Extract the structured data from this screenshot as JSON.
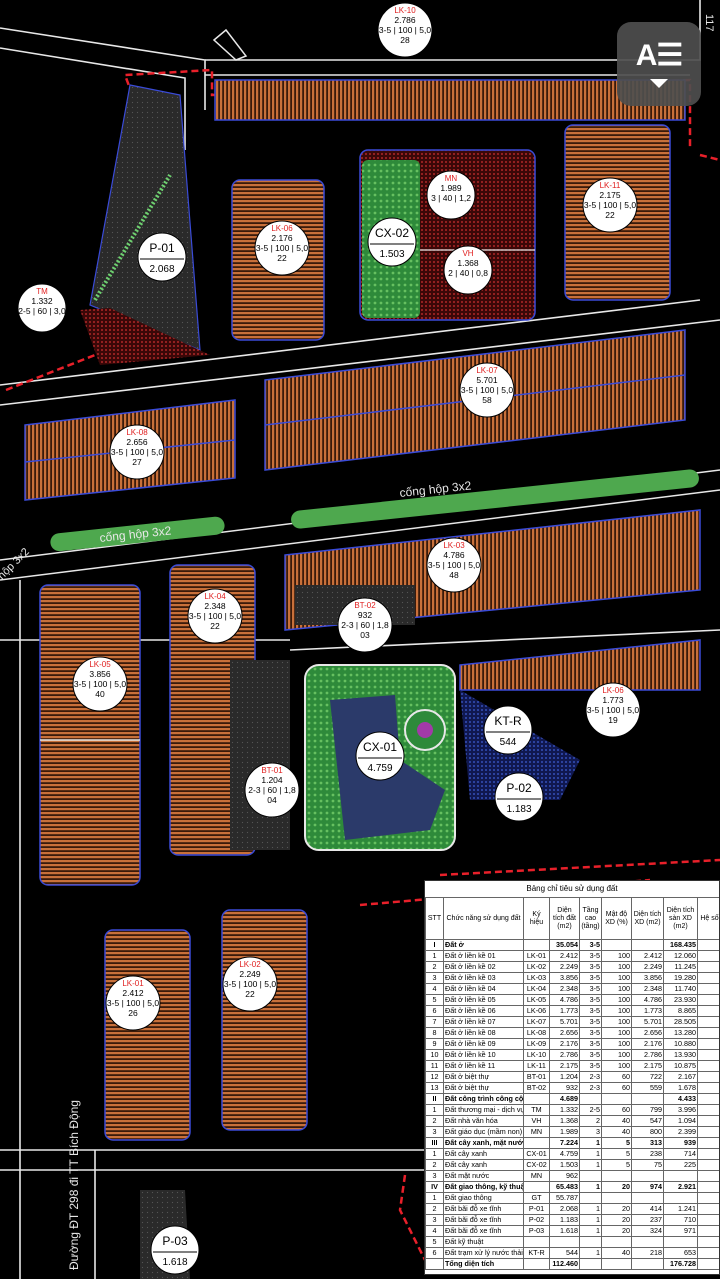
{
  "colors": {
    "background": "#000000",
    "road": "#e8e8e8",
    "lot_fill": "#c8703a",
    "boundary": "#e8202a",
    "green": "#3aa84a",
    "water": "#2b3a6a",
    "block_outline": "#3a4bd8"
  },
  "reader_button": {
    "icon": "reader-mode-icon",
    "glyph": "A☰"
  },
  "roads": {
    "corner_label": "117",
    "canal_top": "cống hộp 3x2",
    "canal_mid": "cống hộp 3x2",
    "canal_left": "hộp 3x2",
    "side_road": "Đường ĐT 298 đi TT Bích Động"
  },
  "parcels": [
    {
      "id": "LK-10",
      "lines": [
        "2.786",
        "3-5 | 100 | 5,0",
        "28"
      ]
    },
    {
      "id": "LK-11",
      "lines": [
        "2.175",
        "3-5 | 100 | 5,0",
        "22"
      ]
    },
    {
      "id": "LK-06",
      "lines": [
        "2.176",
        "3-5 | 100 | 5,0",
        "22"
      ]
    },
    {
      "id": "LK-07",
      "lines": [
        "5.701",
        "3-5 | 100 | 5,0",
        "58"
      ]
    },
    {
      "id": "LK-08",
      "lines": [
        "2.656",
        "3-5 | 100 | 5,0",
        "27"
      ]
    },
    {
      "id": "LK-03",
      "lines": [
        "4.786",
        "3-5 | 100 | 5,0",
        "48"
      ]
    },
    {
      "id": "LK-04",
      "lines": [
        "2.348",
        "3-5 | 100 | 5,0",
        "22"
      ]
    },
    {
      "id": "LK-05",
      "lines": [
        "3.856",
        "3-5 | 100 | 5,0",
        "40"
      ]
    },
    {
      "id": "LK-06",
      "lines": [
        "1.773",
        "3-5 | 100 | 5,0",
        "19"
      ]
    },
    {
      "id": "LK-01",
      "lines": [
        "2.412",
        "3-5 | 100 | 5,0",
        "26"
      ]
    },
    {
      "id": "LK-02",
      "lines": [
        "2.249",
        "3-5 | 100 | 5,0",
        "22"
      ]
    },
    {
      "id": "BT-02",
      "lines": [
        "932",
        "2-3 | 60 | 1,8",
        "03"
      ]
    },
    {
      "id": "BT-01",
      "lines": [
        "1.204",
        "2-3 | 60 | 1,8",
        "04"
      ]
    },
    {
      "id": "MN",
      "lines": [
        "1.989",
        "3 | 40 | 1,2"
      ]
    },
    {
      "id": "VH",
      "lines": [
        "1.368",
        "2 | 40 | 0,8"
      ]
    },
    {
      "id": "TM",
      "lines": [
        "1.332",
        "2-5 | 60 | 3,0"
      ]
    }
  ],
  "zones": [
    {
      "id": "CX-02",
      "value": "1.503"
    },
    {
      "id": "CX-01",
      "value": "4.759"
    },
    {
      "id": "P-01",
      "value": "2.068"
    },
    {
      "id": "P-02",
      "value": "1.183"
    },
    {
      "id": "P-03",
      "value": "1.618"
    },
    {
      "id": "KT-R",
      "value": "544"
    }
  ],
  "table": {
    "title": "Bảng chỉ tiêu sử dụng đất",
    "headers": [
      "STT",
      "Chức năng sử dụng đất",
      "Ký hiệu",
      "Diện tích đất (m2)",
      "Tầng cao (tầng)",
      "Mật độ XD (%)",
      "Diện tích XD (m2)",
      "Diện tích sàn XD (m2)",
      "Hệ số"
    ],
    "rows": [
      {
        "bold": true,
        "cells": [
          "I",
          "Đất ở",
          "",
          "35.054",
          "3-5",
          "",
          "",
          "168.435",
          ""
        ]
      },
      {
        "cells": [
          "1",
          "Đất ở liền kề 01",
          "LK-01",
          "2.412",
          "3-5",
          "100",
          "2.412",
          "12.060",
          ""
        ]
      },
      {
        "cells": [
          "2",
          "Đất ở liền kề 02",
          "LK-02",
          "2.249",
          "3-5",
          "100",
          "2.249",
          "11.245",
          ""
        ]
      },
      {
        "cells": [
          "3",
          "Đất ở liền kề 03",
          "LK-03",
          "3.856",
          "3-5",
          "100",
          "3.856",
          "19.280",
          ""
        ]
      },
      {
        "cells": [
          "4",
          "Đất ở liền kề 04",
          "LK-04",
          "2.348",
          "3-5",
          "100",
          "2.348",
          "11.740",
          ""
        ]
      },
      {
        "cells": [
          "5",
          "Đất ở liền kề 05",
          "LK-05",
          "4.786",
          "3-5",
          "100",
          "4.786",
          "23.930",
          ""
        ]
      },
      {
        "cells": [
          "6",
          "Đất ở liền kề 06",
          "LK-06",
          "1.773",
          "3-5",
          "100",
          "1.773",
          "8.865",
          ""
        ]
      },
      {
        "cells": [
          "7",
          "Đất ở liền kề 07",
          "LK-07",
          "5.701",
          "3-5",
          "100",
          "5.701",
          "28.505",
          ""
        ]
      },
      {
        "cells": [
          "8",
          "Đất ở liền kề 08",
          "LK-08",
          "2.656",
          "3-5",
          "100",
          "2.656",
          "13.280",
          ""
        ]
      },
      {
        "cells": [
          "9",
          "Đất ở liền kề 09",
          "LK-09",
          "2.176",
          "3-5",
          "100",
          "2.176",
          "10.880",
          ""
        ]
      },
      {
        "cells": [
          "10",
          "Đất ở liền kề 10",
          "LK-10",
          "2.786",
          "3-5",
          "100",
          "2.786",
          "13.930",
          ""
        ]
      },
      {
        "cells": [
          "11",
          "Đất ở liền kề 11",
          "LK-11",
          "2.175",
          "3-5",
          "100",
          "2.175",
          "10.875",
          ""
        ]
      },
      {
        "cells": [
          "12",
          "Đất ở biệt thự",
          "BT-01",
          "1.204",
          "2-3",
          "60",
          "722",
          "2.167",
          ""
        ]
      },
      {
        "cells": [
          "13",
          "Đất ở biệt thự",
          "BT-02",
          "932",
          "2-3",
          "60",
          "559",
          "1.678",
          ""
        ]
      },
      {
        "bold": true,
        "cells": [
          "II",
          "Đất công trình công cộng",
          "",
          "4.689",
          "",
          "",
          "",
          "4.433",
          ""
        ]
      },
      {
        "cells": [
          "1",
          "Đất thương mại - dịch vụ",
          "TM",
          "1.332",
          "2-5",
          "60",
          "799",
          "3.996",
          ""
        ]
      },
      {
        "cells": [
          "2",
          "Đất nhà văn hóa",
          "VH",
          "1.368",
          "2",
          "40",
          "547",
          "1.094",
          ""
        ]
      },
      {
        "cells": [
          "3",
          "Đất giáo dục (mầm non)",
          "MN",
          "1.989",
          "3",
          "40",
          "800",
          "2.399",
          ""
        ]
      },
      {
        "bold": true,
        "cells": [
          "III",
          "Đất cây xanh, mặt nước",
          "",
          "7.224",
          "1",
          "5",
          "313",
          "939",
          ""
        ]
      },
      {
        "cells": [
          "1",
          "Đất cây xanh",
          "CX-01",
          "4.759",
          "1",
          "5",
          "238",
          "714",
          ""
        ]
      },
      {
        "cells": [
          "2",
          "Đất cây xanh",
          "CX-02",
          "1.503",
          "1",
          "5",
          "75",
          "225",
          ""
        ]
      },
      {
        "cells": [
          "3",
          "Đất mặt nước",
          "MN",
          "962",
          "",
          "",
          "",
          "",
          ""
        ]
      },
      {
        "bold": true,
        "cells": [
          "IV",
          "Đất giao thông, kỹ thuật",
          "",
          "65.483",
          "1",
          "20",
          "974",
          "2.921",
          ""
        ]
      },
      {
        "cells": [
          "1",
          "Đất giao thông",
          "GT",
          "55.787",
          "",
          "",
          "",
          "",
          ""
        ]
      },
      {
        "cells": [
          "2",
          "Đất bãi đỗ xe tĩnh",
          "P-01",
          "2.068",
          "1",
          "20",
          "414",
          "1.241",
          ""
        ]
      },
      {
        "cells": [
          "3",
          "Đất bãi đỗ xe tĩnh",
          "P-02",
          "1.183",
          "1",
          "20",
          "237",
          "710",
          ""
        ]
      },
      {
        "cells": [
          "4",
          "Đất bãi đỗ xe tĩnh",
          "P-03",
          "1.618",
          "1",
          "20",
          "324",
          "971",
          ""
        ]
      },
      {
        "cells": [
          "5",
          "Đất kỹ thuật",
          "",
          "",
          "",
          "",
          "",
          "",
          ""
        ]
      },
      {
        "cells": [
          "6",
          "Đất trạm xử lý nước thải",
          "KT-R",
          "544",
          "1",
          "40",
          "218",
          "653",
          ""
        ]
      },
      {
        "bold": true,
        "cells": [
          "",
          "Tổng diện tích",
          "",
          "112.460",
          "",
          "",
          "",
          "176.728",
          ""
        ]
      }
    ]
  }
}
